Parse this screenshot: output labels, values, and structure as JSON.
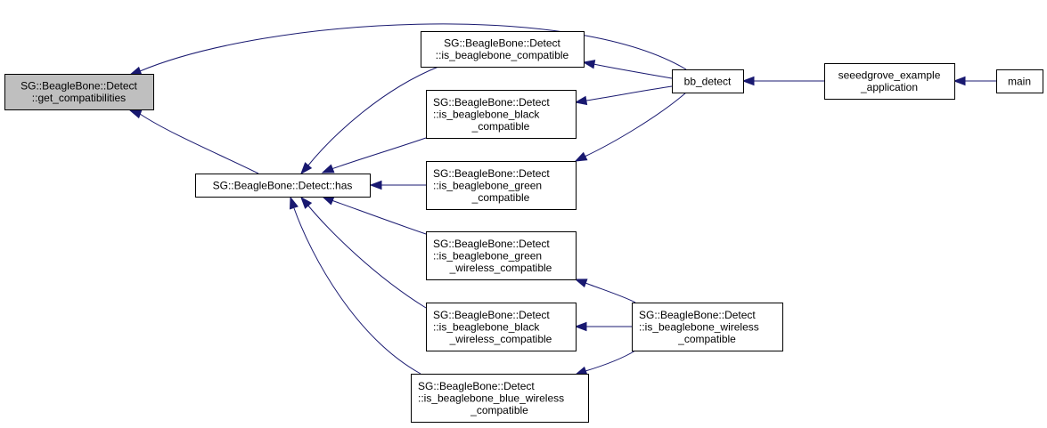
{
  "diagram": {
    "type": "call-graph",
    "colors": {
      "edge": "#191970",
      "node_border": "#000000",
      "focus_fill": "#bfbfbf",
      "node_fill": "#ffffff"
    },
    "nodes": [
      {
        "id": "get_compat",
        "lines": [
          "SG::BeagleBone::Detect",
          "::get_compatibilities"
        ],
        "focus": true
      },
      {
        "id": "has",
        "lines": [
          "SG::BeagleBone::Detect::has"
        ]
      },
      {
        "id": "is_bb",
        "lines": [
          "SG::BeagleBone::Detect",
          "::is_beaglebone_compatible"
        ]
      },
      {
        "id": "is_bbb",
        "lines": [
          "SG::BeagleBone::Detect",
          "::is_beaglebone_black",
          "_compatible"
        ]
      },
      {
        "id": "is_bbg",
        "lines": [
          "SG::BeagleBone::Detect",
          "::is_beaglebone_green",
          "_compatible"
        ]
      },
      {
        "id": "is_bbgw",
        "lines": [
          "SG::BeagleBone::Detect",
          "::is_beaglebone_green",
          "_wireless_compatible"
        ]
      },
      {
        "id": "is_bbbw",
        "lines": [
          "SG::BeagleBone::Detect",
          "::is_beaglebone_black",
          "_wireless_compatible"
        ]
      },
      {
        "id": "is_bbblue",
        "lines": [
          "SG::BeagleBone::Detect",
          "::is_beaglebone_blue_wireless",
          "_compatible"
        ]
      },
      {
        "id": "bb_detect",
        "lines": [
          "bb_detect"
        ]
      },
      {
        "id": "is_bbw",
        "lines": [
          "SG::BeagleBone::Detect",
          "::is_beaglebone_wireless",
          "_compatible"
        ]
      },
      {
        "id": "seeed",
        "lines": [
          "seeedgrove_example",
          "_application"
        ]
      },
      {
        "id": "main",
        "lines": [
          "main"
        ]
      }
    ],
    "edges": [
      {
        "from": "bb_detect",
        "to": "get_compat"
      },
      {
        "from": "has",
        "to": "get_compat"
      },
      {
        "from": "is_bb",
        "to": "has"
      },
      {
        "from": "is_bbb",
        "to": "has"
      },
      {
        "from": "is_bbg",
        "to": "has"
      },
      {
        "from": "is_bbgw",
        "to": "has"
      },
      {
        "from": "is_bbbw",
        "to": "has"
      },
      {
        "from": "is_bbblue",
        "to": "has"
      },
      {
        "from": "bb_detect",
        "to": "is_bb"
      },
      {
        "from": "bb_detect",
        "to": "is_bbb"
      },
      {
        "from": "bb_detect",
        "to": "is_bbg"
      },
      {
        "from": "is_bbw",
        "to": "is_bbgw"
      },
      {
        "from": "is_bbw",
        "to": "is_bbbw"
      },
      {
        "from": "is_bbw",
        "to": "is_bbblue"
      },
      {
        "from": "seeed",
        "to": "bb_detect"
      },
      {
        "from": "main",
        "to": "seeed"
      }
    ]
  }
}
